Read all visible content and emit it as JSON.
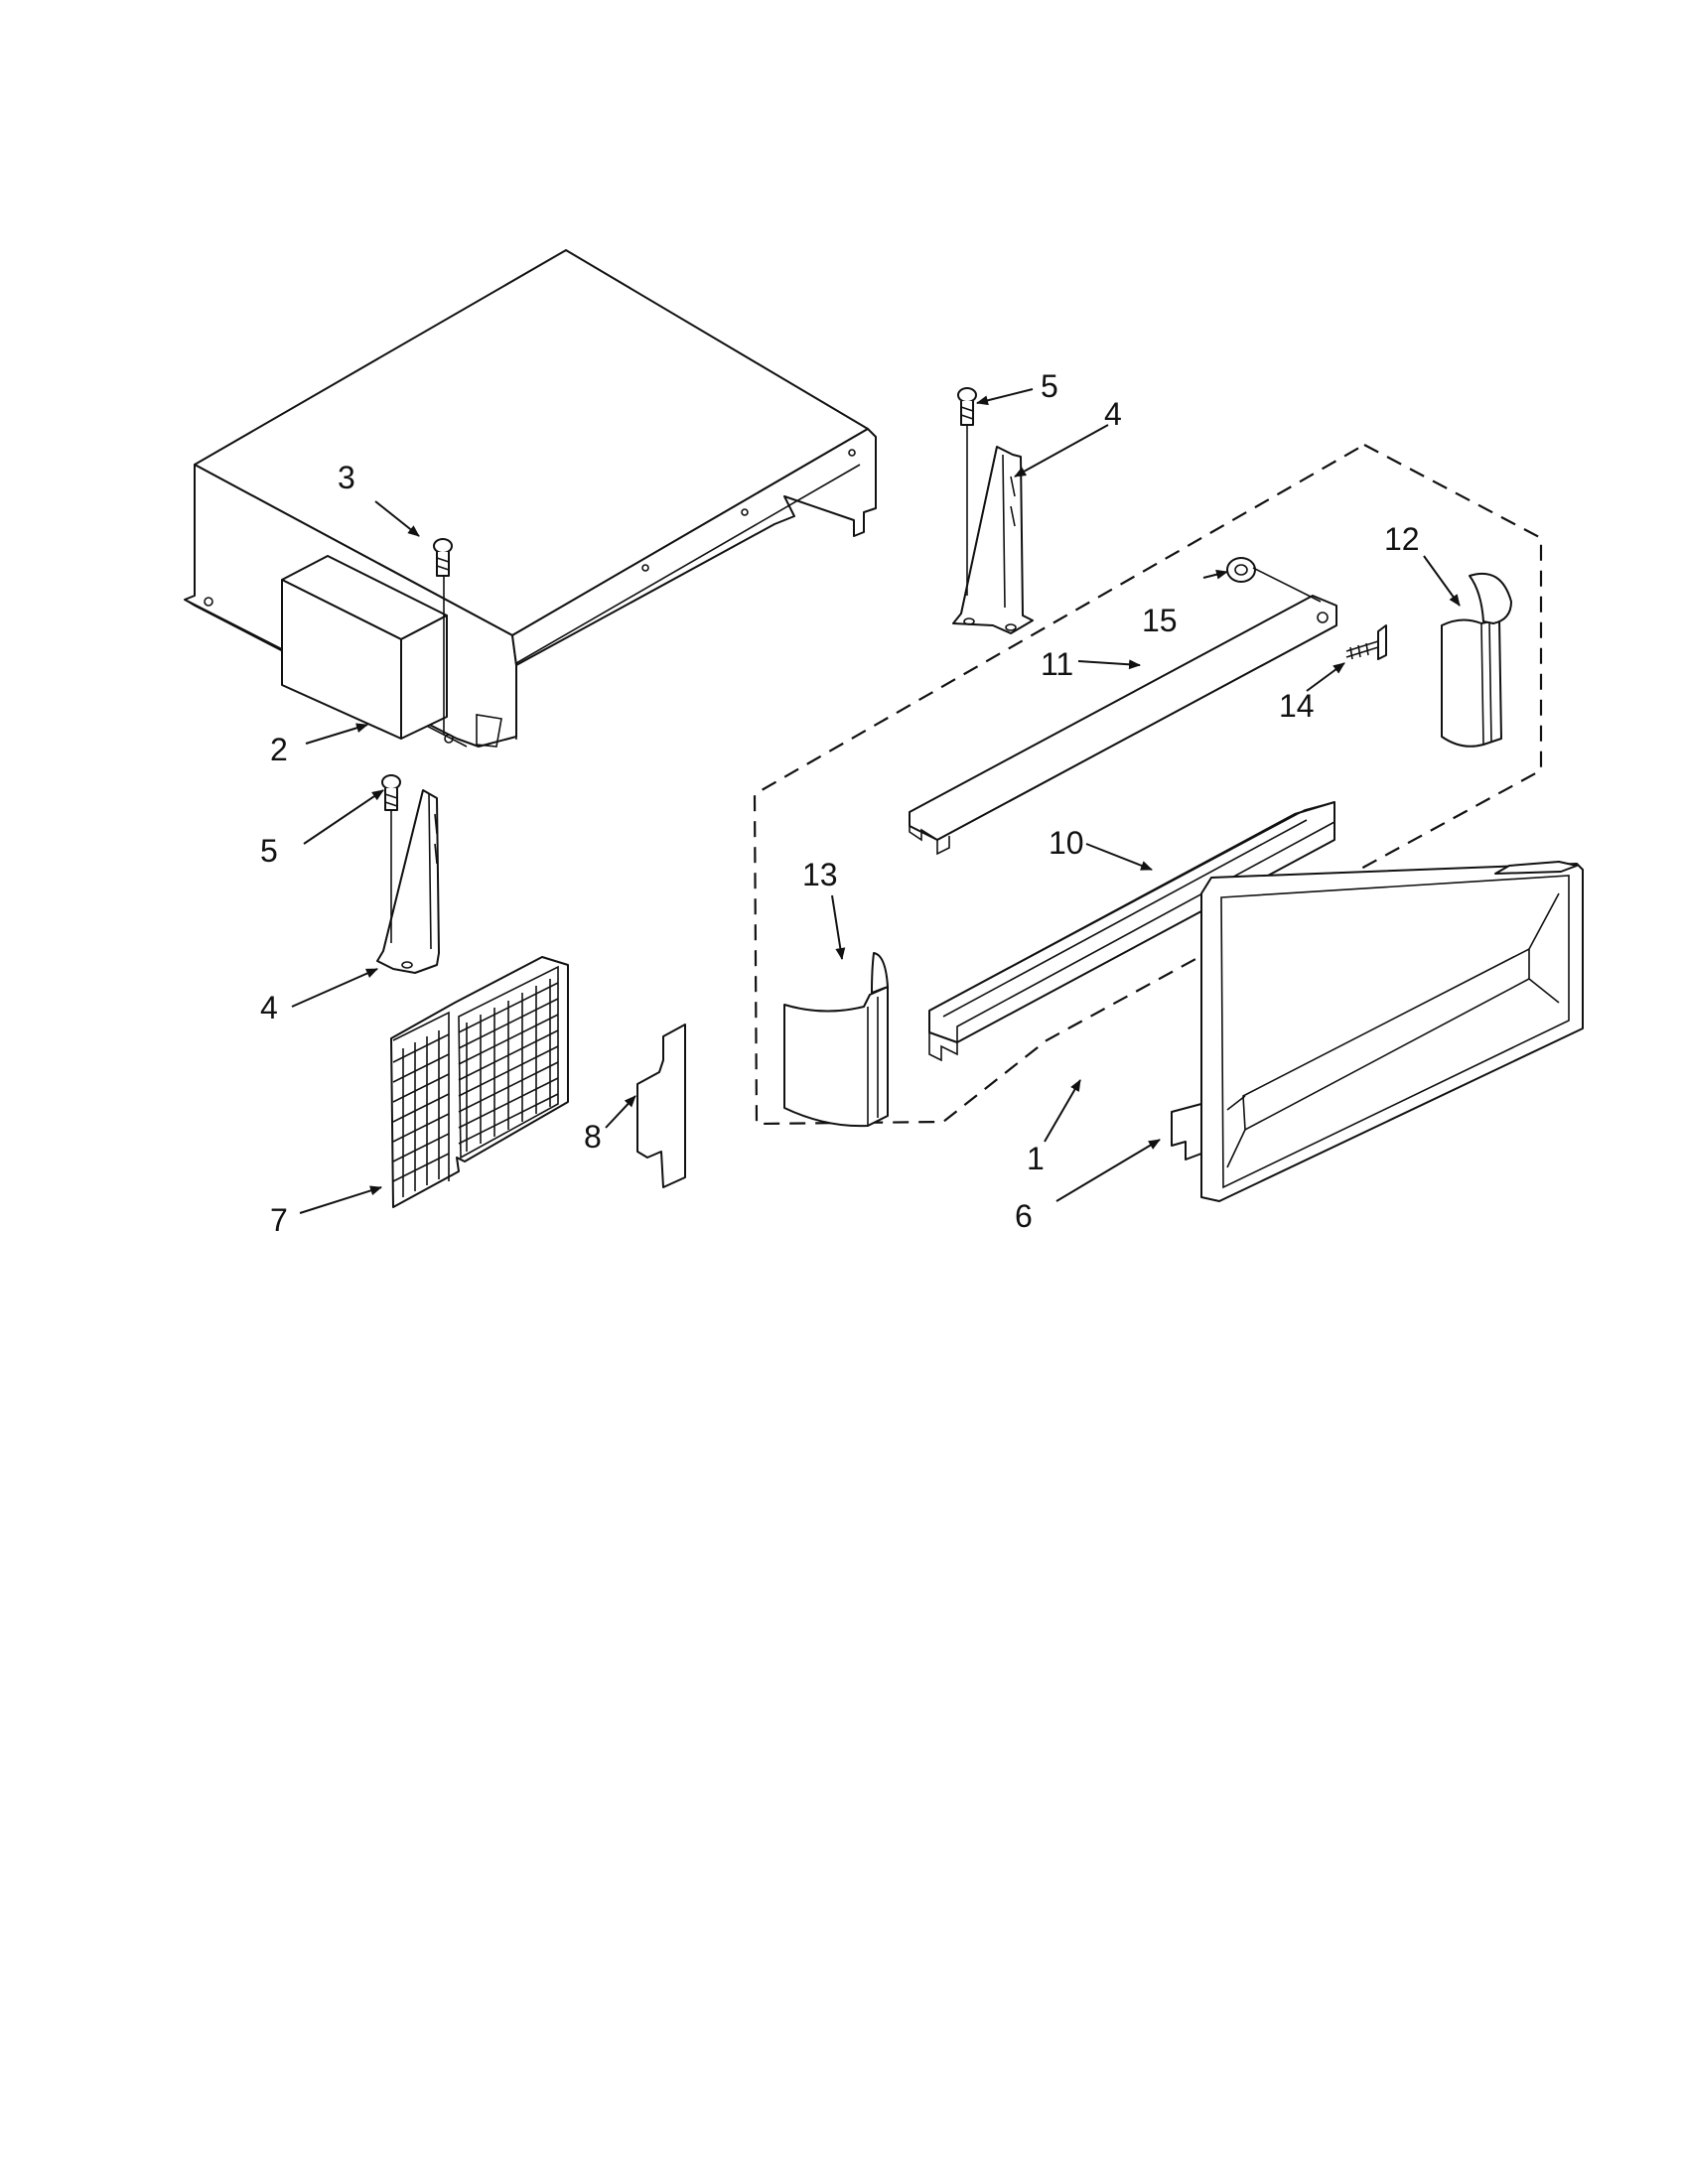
{
  "diagram": {
    "callouts": [
      {
        "id": "c1",
        "text": "1"
      },
      {
        "id": "c2",
        "text": "2"
      },
      {
        "id": "c3",
        "text": "3"
      },
      {
        "id": "c4a",
        "text": "4"
      },
      {
        "id": "c4b",
        "text": "4"
      },
      {
        "id": "c5a",
        "text": "5"
      },
      {
        "id": "c5b",
        "text": "5"
      },
      {
        "id": "c6",
        "text": "6"
      },
      {
        "id": "c7",
        "text": "7"
      },
      {
        "id": "c8",
        "text": "8"
      },
      {
        "id": "c10",
        "text": "10"
      },
      {
        "id": "c11",
        "text": "11"
      },
      {
        "id": "c12",
        "text": "12"
      },
      {
        "id": "c13",
        "text": "13"
      },
      {
        "id": "c14",
        "text": "14"
      },
      {
        "id": "c15",
        "text": "15"
      }
    ]
  }
}
